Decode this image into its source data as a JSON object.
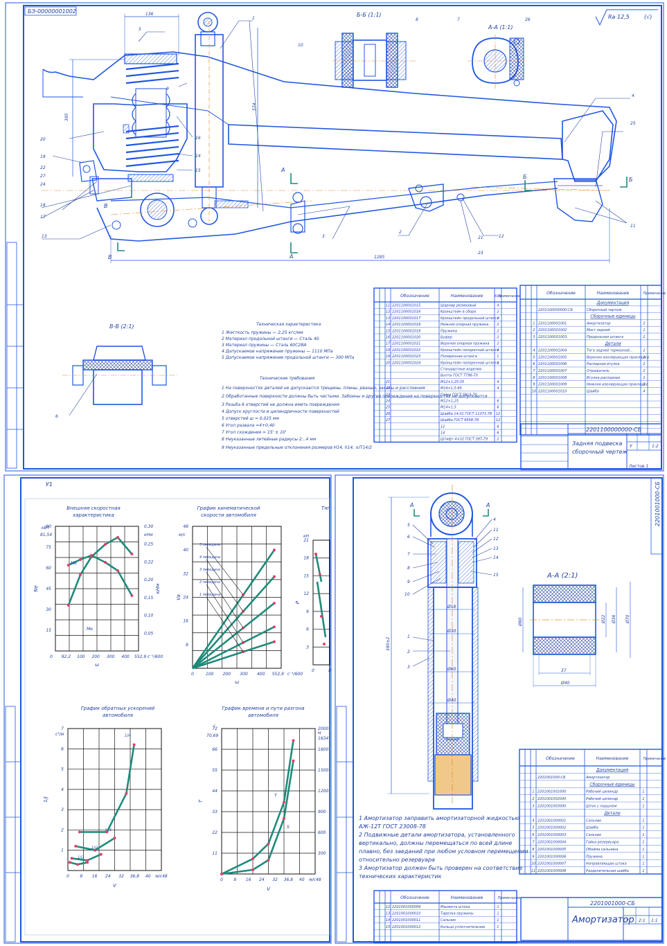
{
  "sheet1": {
    "code_stamp": "БЭ-00000001002",
    "roughness": "Ra 12,5",
    "roughness_suffix": "(√)",
    "section_bb_top": "Б-Б (1:1)",
    "section_aa_top": "А-А (1:1)",
    "section_vv": "В-В (2:1)",
    "dims": {
      "d136": "136",
      "d395": "395",
      "d1285": "1285",
      "d574": "574",
      "d5": "5"
    },
    "callouts": [
      "1",
      "2",
      "3",
      "4",
      "5",
      "6",
      "7",
      "8",
      "9",
      "10",
      "11",
      "12",
      "13",
      "14",
      "15",
      "16",
      "17",
      "18",
      "19",
      "20",
      "21",
      "22",
      "23",
      "24",
      "25",
      "26",
      "27"
    ],
    "cut_letters": {
      "a": "А",
      "b": "Б",
      "v": "В"
    },
    "tech_char_title": "Техническая характеристика",
    "tech_char": [
      "1 Жесткость пружины — 2,25 кгс/мм",
      "2 Материал продольной штанги — Сталь 40",
      "3 Материал пружины — Сталь 60С2ВА",
      "4 Допускаемое напряжение пружины — 1110 МПа",
      "5 Допускаемое напряжение продольной штанги — 300 МПа"
    ],
    "tech_req_title": "Технические требования",
    "tech_req": [
      "1 На поверхностях деталей не допускаются трещины, плены, рваные, закаты и расслоения",
      "2 Обработанные поверхности должны быть чистыми. Забоины и другие повреждения на поверхностях не допускаются",
      "3 Резьба 6 отверстий не должна иметь повреждения",
      "4 Допуск круглости и цилиндричности поверхностей",
      "5 отверстий ш = 0,025 мм",
      "6 Угол развала =4+0,40",
      "7 Угол схождения = 15' ± 10'",
      "8 Неуказанные литейные радиусы 2...4 мм",
      "9 Неуказанные предельные отклонения размеров H14, h14, ±IT14/2"
    ],
    "spec_left": {
      "headers": [
        "Обозначение",
        "Наименование",
        "Кол.",
        "Примечание"
      ],
      "rows": [
        [
          "11",
          "2201100001015",
          "Шарнир резиновый",
          "4"
        ],
        [
          "12",
          "2201100001016",
          "Кронштейн в сборе",
          "2"
        ],
        [
          "13",
          "2201100001017",
          "Кронштейн продольной штанги",
          "2"
        ],
        [
          "14",
          "2201100001018",
          "Нижняя опорная пружина",
          "2"
        ],
        [
          "15",
          "2201100001019",
          "Пружина",
          "2"
        ],
        [
          "16",
          "2201100001020",
          "Буфер",
          "2"
        ],
        [
          "17",
          "2201100001021",
          "Верхняя опорная пружина",
          "2"
        ],
        [
          "18",
          "2201100001022",
          "Кронштейн поперечной штанги",
          "1"
        ],
        [
          "19",
          "2201100001023",
          "Поперечная штанга",
          "1"
        ],
        [
          "20",
          "2201100001024",
          "Кронштейн поперечной штанги",
          "1"
        ],
        [
          "",
          "",
          "Стандартные изделия",
          ""
        ],
        [
          "",
          "",
          "Болты ГОСТ 7798-70",
          ""
        ],
        [
          "21",
          "",
          "М12×1,25-35",
          "4"
        ],
        [
          "22",
          "",
          "М14×1,5-65",
          "4"
        ],
        [
          "23",
          "",
          "Гайки ГОСТ 5915-70",
          ""
        ],
        [
          "24",
          "",
          "М12×1,25",
          "6"
        ],
        [
          "25",
          "",
          "М14×1,5",
          "6"
        ],
        [
          "26",
          "",
          "Шайба 14.01 ГОСТ 11371-78",
          "12"
        ],
        [
          "27",
          "",
          "Шайба ГОСТ 6958-78",
          "12"
        ],
        [
          "",
          "",
          "12",
          "6"
        ],
        [
          "",
          "",
          "14",
          "6"
        ],
        [
          "",
          "",
          "Штифт 4×32 ГОСТ 397-79",
          "2"
        ]
      ]
    },
    "spec_right": {
      "headers": [
        "Обозначение",
        "Наименование",
        "Кол.",
        "Примечание"
      ],
      "section_docs": "Документация",
      "doc_row": [
        "2201100000000-СБ",
        "Сборочный чертеж"
      ],
      "section_assy": "Сборочные единицы",
      "assy_rows": [
        [
          "1",
          "2201100001001",
          "Амортизатор",
          "2"
        ],
        [
          "2",
          "2201100001002",
          "Мост задний",
          "1"
        ],
        [
          "3",
          "2201100001003",
          "Продольная штанга",
          "2"
        ]
      ],
      "section_parts": "Детали",
      "part_rows": [
        [
          "4",
          "2201100001004",
          "Тяга задней тормозной...",
          "2"
        ],
        [
          "5",
          "2201100001005",
          "Верхняя изолирующая прокладка",
          "2"
        ],
        [
          "6",
          "2201100001006",
          "Распорная втулка",
          "2"
        ],
        [
          "7",
          "2201100001007",
          "Отражатель",
          "2"
        ],
        [
          "8",
          "2201100001008",
          "Втулка распорная",
          "2"
        ],
        [
          "9",
          "2201100001009",
          "Нижняя изолирующая прокладка",
          "2"
        ],
        [
          "10",
          "2201100001010",
          "Шайба",
          "4"
        ]
      ]
    },
    "title_block": {
      "number": "2201100000000-СБ",
      "name_line1": "Задняя подвеска",
      "name_line2": "сборочный чертеж",
      "lit": "У",
      "mass": "",
      "scale": "1:2",
      "sheet": "Лист",
      "sheets": "Листов 1"
    }
  },
  "sheet2": {
    "code_stamp": "У1",
    "charts": [
      {
        "id": "speed",
        "title1": "Внешняя скоростная",
        "title2": "характеристика"
      },
      {
        "id": "kinematic",
        "title1": "График кинематической",
        "title2": "скорости автомобиля"
      },
      {
        "id": "traction",
        "title1": "Тяг",
        "title2": ""
      },
      {
        "id": "accel",
        "title1": "График обратных ускорений",
        "title2": "автомобиля"
      },
      {
        "id": "time",
        "title1": "График времени и пути разгона",
        "title2": "автомобиля"
      }
    ]
  },
  "chart_data": [
    {
      "type": "line",
      "title": "Внешняя скоростная характеристика",
      "xlabel": "ω",
      "ylabel": "Ne",
      "x": [
        94,
        180,
        260,
        360,
        450,
        552
      ],
      "series": [
        {
          "name": "Ne",
          "values": [
            33,
            55,
            68,
            77,
            82,
            70
          ]
        },
        {
          "name": "Me",
          "values": [
            62,
            66,
            69,
            64,
            58,
            40
          ]
        }
      ],
      "x_ticks": [
        "0",
        "92,2",
        "100",
        "200",
        "300",
        "400",
        "552,9",
        "с⁻¹/600"
      ],
      "y_left_ticks": [
        "15",
        "30",
        "45",
        "60",
        "75",
        "90"
      ],
      "y_left_labels": [
        "кВт",
        "81,54"
      ],
      "y_right_ticks": [
        "0,05",
        "0,10",
        "0,15",
        "0,20",
        "0,22",
        "0,25",
        "0,30"
      ],
      "y_right_unit": "кНм",
      "marks": [
        "Me",
        "Me"
      ]
    },
    {
      "type": "line",
      "title": "График кинематической скорости автомобиля",
      "xlabel": "ω",
      "ylabel": "Va",
      "x": [
        0,
        552.9
      ],
      "series": [
        {
          "name": "5 передача",
          "values": [
            0,
            40
          ]
        },
        {
          "name": "4 передача",
          "values": [
            0,
            31
          ]
        },
        {
          "name": "3 передача",
          "values": [
            0,
            22
          ]
        },
        {
          "name": "2 передача",
          "values": [
            0,
            14
          ]
        },
        {
          "name": "1 передача",
          "values": [
            0,
            9
          ]
        }
      ],
      "x_ticks": [
        "0",
        "100",
        "200",
        "300",
        "400",
        "552,9",
        "с⁻¹/600"
      ],
      "y_ticks": [
        "8",
        "16",
        "24",
        "32",
        "40",
        "48"
      ],
      "y_unit": "м/с",
      "ylabel_mid": "Va"
    },
    {
      "type": "line",
      "title": "Тяг",
      "y_ticks": [
        "3",
        "6",
        "9",
        "12",
        "15",
        "18",
        "21"
      ],
      "y_unit": "кН",
      "ylabel": "P",
      "x_ticks": [
        "0",
        "8"
      ]
    },
    {
      "type": "line",
      "title": "График обратных ускорений автомобиля",
      "xlabel": "V",
      "ylabel": "1/j",
      "x_ticks": [
        "0",
        "8",
        "16",
        "24",
        "32",
        "36,8",
        "40",
        "м/с48"
      ],
      "y_ticks": [
        "1",
        "2",
        "3",
        "4",
        "5",
        "6",
        "7"
      ],
      "y_unit": "с²/м",
      "series": [
        {
          "name": "1/j1",
          "x": [
            1,
            5,
            10
          ],
          "values": [
            0.4,
            0.3,
            0.4
          ]
        },
        {
          "name": "1/j2",
          "x": [
            2,
            10,
            17
          ],
          "values": [
            0.6,
            0.5,
            0.8
          ]
        },
        {
          "name": "1/j3",
          "x": [
            4,
            14,
            24
          ],
          "values": [
            1.2,
            1.0,
            1.6
          ]
        },
        {
          "name": "1/j4",
          "x": [
            6,
            20,
            30,
            34
          ],
          "values": [
            1.9,
            1.9,
            3.8,
            6.2
          ]
        }
      ]
    },
    {
      "type": "line",
      "title": "График времени и пути разгона автомобиля",
      "xlabel": "V",
      "ylabel": "T",
      "x_ticks": [
        "0",
        "8",
        "16",
        "24",
        "32",
        "36,8",
        "40",
        "м/с48"
      ],
      "y_left_ticks": [
        "11",
        "22",
        "33",
        "44",
        "55",
        "66",
        "72"
      ],
      "y_left_unit": "с",
      "y_left_labels": [
        "70,69"
      ],
      "y_right_ticks": [
        "300",
        "600",
        "900",
        "1200",
        "1500",
        "1800",
        "2000"
      ],
      "y_right_unit": "м",
      "y_right_labels": [
        "1634"
      ],
      "series": [
        {
          "name": "T",
          "x": [
            0,
            16,
            24,
            32,
            36.8
          ],
          "values": [
            0,
            8,
            16,
            38,
            70.69
          ]
        },
        {
          "name": "S",
          "x": [
            0,
            16,
            24,
            32,
            36.8
          ],
          "values": [
            0,
            60,
            200,
            800,
            1634
          ]
        }
      ]
    }
  ],
  "sheet3": {
    "side_code": "2201001000-СБ",
    "section_aa": "А-А (2:1)",
    "cut_letter": "А",
    "callouts": [
      "1",
      "2",
      "3",
      "4",
      "5",
      "6",
      "7",
      "8",
      "9",
      "10",
      "11",
      "12",
      "13",
      "14",
      "15"
    ],
    "dims": {
      "d380": "380±2",
      "d18": "Ø18",
      "d30": "Ø30",
      "d40": "Ø40",
      "d37": "37",
      "d22": "Ø22",
      "d36": "Ø36",
      "d40b": "Ø40",
      "d80": "Ø80",
      "d60": "Ø60",
      "d70": "Ø70"
    },
    "notes": [
      "1 Амортизатор заправить амортизаторной жидкостью",
      "АЖ-12Т ГОСТ 23008-78",
      "2 Подвижные детали амортизатора, установленного",
      "вертикально, должны перемещаться по всей длине",
      "плавно, без заеданий при любом условном перемещении",
      "относительно резервуара",
      "3 Амортизатор должен быть проверен на соответствие",
      "технических характеристик"
    ],
    "spec_top": {
      "headers": [
        "Обозначение",
        "Наименование",
        "Примечание"
      ],
      "section_docs": "Документация",
      "doc_row": [
        "2201001000-СБ",
        "Амортизатор"
      ],
      "section_assy": "Сборочные единицы",
      "assy_rows": [
        [
          "1",
          "2201001001000",
          "Рабочий цилиндр",
          "1"
        ],
        [
          "2",
          "2201001002000",
          "Рабочий цилиндр",
          "1"
        ],
        [
          "3",
          "2201001003000",
          "Шток с поршнем",
          "1"
        ]
      ],
      "section_parts": "Детали",
      "part_rows": [
        [
          "4",
          "2201001000001",
          "Сальник",
          "1"
        ],
        [
          "5",
          "2201001000002",
          "Шайба",
          "1"
        ],
        [
          "6",
          "2201001000003",
          "Сальник",
          "1"
        ],
        [
          "7",
          "2201001000004",
          "Гайка резервуара",
          "1"
        ],
        [
          "8",
          "2201001000005",
          "Обойма сальника",
          "1"
        ],
        [
          "9",
          "2201001000006",
          "Пружина",
          "1"
        ],
        [
          "10",
          "2201001000007",
          "Направляющая штока",
          "1"
        ],
        [
          "11",
          "2201001000008",
          "Разделительная шайба",
          "1"
        ]
      ]
    },
    "spec_bottom": {
      "rows": [
        [
          "12",
          "2201001000009",
          "Манжета штока",
          "1"
        ],
        [
          "13",
          "2201001000010",
          "Тарелка пружины",
          "1"
        ],
        [
          "14",
          "2201001000011",
          "Сальник",
          "1"
        ],
        [
          "15",
          "2201001000012",
          "Кольцо уплотнительное",
          "1"
        ]
      ]
    },
    "title_block": {
      "number": "2201001000-СБ",
      "name": "Амортизатор",
      "lit": "У",
      "scale": "2:1",
      "sheet": "1:1"
    }
  },
  "colors": {
    "ink": "#1f55e0",
    "spring": "#1e8a7a",
    "point": "#e0406a",
    "bg": "#ffffff",
    "orange": "#e08a2a"
  }
}
